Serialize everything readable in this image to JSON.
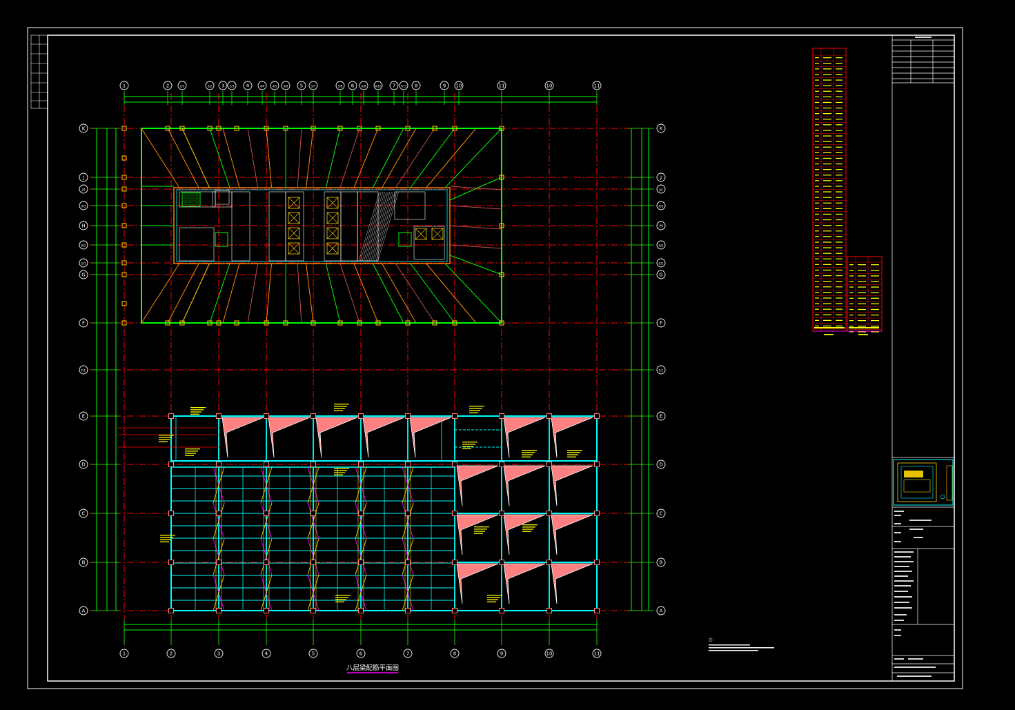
{
  "drawing": {
    "title": "八层梁配筋平面图",
    "note_heading": "注："
  },
  "axes": {
    "columns_top": [
      "1",
      "2",
      "2/1",
      "3/2",
      "3",
      "3/3",
      "4",
      "4/4",
      "4/5",
      "4/6",
      "5",
      "5/7",
      "5/8",
      "6",
      "6/9",
      "6/10",
      "7",
      "7/11",
      "8",
      "9",
      "10",
      "11"
    ],
    "columns_bottom": [
      "1",
      "2",
      "3",
      "4",
      "5",
      "6",
      "7",
      "8",
      "9",
      "10",
      "11"
    ],
    "rows": [
      "K",
      "J",
      "J/4",
      "H/3",
      "H",
      "H/2",
      "G/1",
      "G",
      "F",
      "F/1",
      "E",
      "D",
      "C",
      "B",
      "A"
    ]
  },
  "colors": {
    "background": "#000000",
    "frame": "#ffffff",
    "axis_line": "#ff0000",
    "dimension": "#00ff00",
    "beam": "#00ffff",
    "column": "#ffd700",
    "shear_wall": "#ff8080",
    "table_red": "#ff0000",
    "table_text": "#ffff00",
    "title_underline": "#ff00ff"
  }
}
